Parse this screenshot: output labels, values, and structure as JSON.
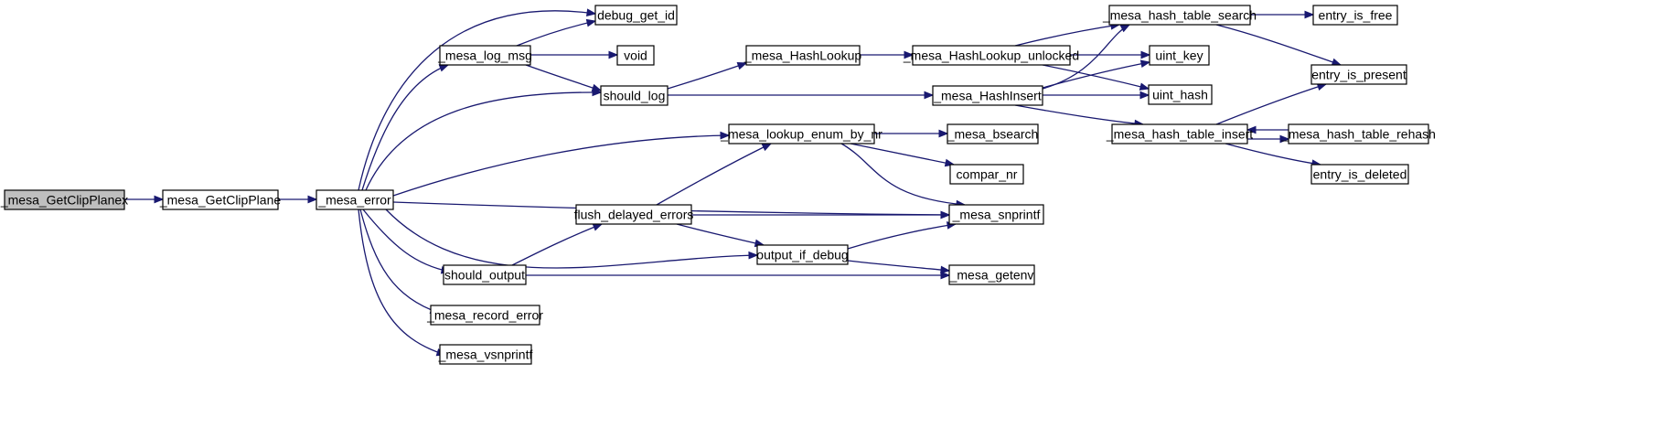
{
  "graph": {
    "type": "call-graph",
    "nodes": [
      {
        "id": "getclipplanex",
        "label": "_mesa_GetClipPlanex",
        "root": true
      },
      {
        "id": "getclipplane",
        "label": "_mesa_GetClipPlane"
      },
      {
        "id": "error",
        "label": "_mesa_error"
      },
      {
        "id": "debug_get_id",
        "label": "debug_get_id"
      },
      {
        "id": "log_msg",
        "label": "_mesa_log_msg"
      },
      {
        "id": "void",
        "label": "void"
      },
      {
        "id": "should_log",
        "label": "should_log"
      },
      {
        "id": "hashlookup",
        "label": "_mesa_HashLookup"
      },
      {
        "id": "hashlookup_unlocked",
        "label": "_mesa_HashLookup_unlocked"
      },
      {
        "id": "hash_table_search",
        "label": "_mesa_hash_table_search"
      },
      {
        "id": "entry_is_free",
        "label": "entry_is_free"
      },
      {
        "id": "uint_key",
        "label": "uint_key"
      },
      {
        "id": "entry_is_present",
        "label": "entry_is_present"
      },
      {
        "id": "hashinsert",
        "label": "_mesa_HashInsert"
      },
      {
        "id": "uint_hash",
        "label": "uint_hash"
      },
      {
        "id": "hash_table_insert",
        "label": "_mesa_hash_table_insert"
      },
      {
        "id": "hash_table_rehash",
        "label": "_mesa_hash_table_rehash"
      },
      {
        "id": "entry_is_deleted",
        "label": "entry_is_deleted"
      },
      {
        "id": "lookup_enum",
        "label": "_mesa_lookup_enum_by_nr"
      },
      {
        "id": "bsearch",
        "label": "_mesa_bsearch"
      },
      {
        "id": "compar_nr",
        "label": "compar_nr"
      },
      {
        "id": "flush_delayed",
        "label": "flush_delayed_errors"
      },
      {
        "id": "snprintf",
        "label": "_mesa_snprintf"
      },
      {
        "id": "output_if_debug",
        "label": "output_if_debug"
      },
      {
        "id": "should_output",
        "label": "should_output"
      },
      {
        "id": "getenv",
        "label": "_mesa_getenv"
      },
      {
        "id": "record_error",
        "label": "_mesa_record_error"
      },
      {
        "id": "vsnprintf",
        "label": "_mesa_vsnprintf"
      }
    ],
    "edges": [
      {
        "from": "getclipplanex",
        "to": "getclipplane"
      },
      {
        "from": "getclipplane",
        "to": "error"
      },
      {
        "from": "error",
        "to": "debug_get_id"
      },
      {
        "from": "error",
        "to": "log_msg"
      },
      {
        "from": "error",
        "to": "should_log"
      },
      {
        "from": "error",
        "to": "lookup_enum"
      },
      {
        "from": "error",
        "to": "snprintf"
      },
      {
        "from": "error",
        "to": "output_if_debug"
      },
      {
        "from": "error",
        "to": "should_output"
      },
      {
        "from": "error",
        "to": "record_error"
      },
      {
        "from": "error",
        "to": "vsnprintf"
      },
      {
        "from": "log_msg",
        "to": "debug_get_id"
      },
      {
        "from": "log_msg",
        "to": "void"
      },
      {
        "from": "log_msg",
        "to": "should_log"
      },
      {
        "from": "should_log",
        "to": "hashlookup"
      },
      {
        "from": "should_log",
        "to": "hashinsert"
      },
      {
        "from": "hashlookup",
        "to": "hashlookup_unlocked"
      },
      {
        "from": "hashlookup_unlocked",
        "to": "hash_table_search"
      },
      {
        "from": "hashlookup_unlocked",
        "to": "uint_key"
      },
      {
        "from": "hashlookup_unlocked",
        "to": "uint_hash"
      },
      {
        "from": "hash_table_search",
        "to": "entry_is_free"
      },
      {
        "from": "hash_table_search",
        "to": "entry_is_present"
      },
      {
        "from": "hashinsert",
        "to": "hash_table_search"
      },
      {
        "from": "hashinsert",
        "to": "uint_key"
      },
      {
        "from": "hashinsert",
        "to": "uint_hash"
      },
      {
        "from": "hashinsert",
        "to": "hash_table_insert"
      },
      {
        "from": "hash_table_insert",
        "to": "entry_is_present"
      },
      {
        "from": "hash_table_insert",
        "to": "hash_table_rehash"
      },
      {
        "from": "hash_table_insert",
        "to": "entry_is_deleted"
      },
      {
        "from": "hash_table_rehash",
        "to": "hash_table_insert"
      },
      {
        "from": "lookup_enum",
        "to": "bsearch"
      },
      {
        "from": "lookup_enum",
        "to": "compar_nr"
      },
      {
        "from": "lookup_enum",
        "to": "snprintf"
      },
      {
        "from": "flush_delayed",
        "to": "lookup_enum"
      },
      {
        "from": "flush_delayed",
        "to": "snprintf"
      },
      {
        "from": "flush_delayed",
        "to": "output_if_debug"
      },
      {
        "from": "output_if_debug",
        "to": "snprintf"
      },
      {
        "from": "output_if_debug",
        "to": "getenv"
      },
      {
        "from": "should_output",
        "to": "flush_delayed"
      },
      {
        "from": "should_output",
        "to": "getenv"
      }
    ],
    "colors": {
      "edge": "#191970",
      "root_fill": "#bfbfbf",
      "node_fill": "#ffffff",
      "node_stroke": "#000000"
    }
  }
}
